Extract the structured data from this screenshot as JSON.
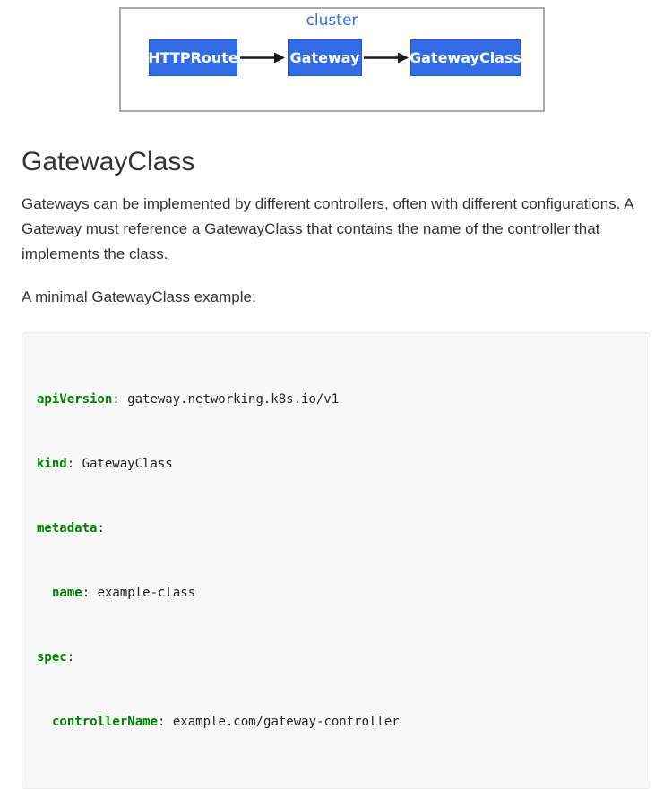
{
  "diagram": {
    "cluster_label": "cluster",
    "nodes": [
      {
        "label": "HTTPRoute"
      },
      {
        "label": "Gateway"
      },
      {
        "label": "GatewayClass"
      }
    ]
  },
  "main": {
    "heading": "GatewayClass",
    "paragraph1": "Gateways can be implemented by different controllers, often with different configurations. A Gateway must reference a GatewayClass that contains the name of the controller that implements the class.",
    "paragraph2": "A minimal GatewayClass example:"
  },
  "code": {
    "lines": [
      {
        "key": "apiVersion",
        "rest": ": gateway.networking.k8s.io/v1"
      },
      {
        "key": "kind",
        "rest": ": GatewayClass"
      },
      {
        "key": "metadata",
        "rest": ":"
      },
      {
        "key": "name",
        "rest": ": example-class"
      },
      {
        "key": "spec",
        "rest": ":"
      },
      {
        "key": "controllerName",
        "rest": ": example.com/gateway-controller"
      }
    ]
  },
  "colors": {
    "node_blue": "#326ce5",
    "cluster_label_blue": "#326ce5",
    "yaml_key_green": "#008000",
    "code_background": "#f8f8f8",
    "diagram_border_gray": "#aaaaaa",
    "arrow_black": "#1a1a1a",
    "body_text": "#333333"
  }
}
